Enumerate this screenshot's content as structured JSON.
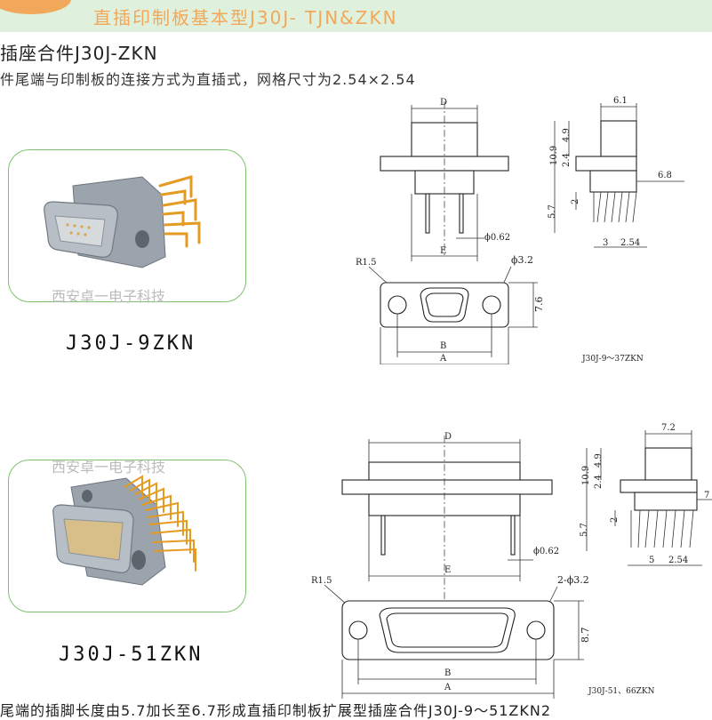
{
  "header": {
    "title": "直插印制板基本型J30J- TJN&ZKN",
    "subtitle": "插座合件J30J-ZKN",
    "description": "件尾端与印制板的连接方式为直插式，网格尺寸为2.54×2.54"
  },
  "products": [
    {
      "model": "J30J-9ZKN",
      "watermark": "西安卓一电子科技",
      "drawing_label": "J30J-9～37ZKN",
      "dims": {
        "d": "D",
        "e": "E",
        "a": "A",
        "b": "B",
        "pin": "ϕ0.62",
        "hole": "ϕ3.2",
        "radius": "R1.5",
        "height": "7.6",
        "w_top": "6.1",
        "w_side": "6.8",
        "h_total": "10.9",
        "h_49": "4.9",
        "h_24": "2.4",
        "h_2": "2",
        "h_57": "5.7",
        "pitch_a": "3",
        "pitch_b": "2.54"
      }
    },
    {
      "model": "J30J-51ZKN",
      "watermark": "西安卓一电子科技",
      "drawing_label": "J30J-51、66ZKN",
      "dims": {
        "d": "D",
        "e": "E",
        "a": "A",
        "b": "B",
        "pin": "ϕ0.62",
        "hole": "2-ϕ3.2",
        "radius": "R1.5",
        "height": "8.7",
        "w_top": "7.2",
        "w_side": "7",
        "h_total": "10.9",
        "h_49": "4.9",
        "h_24": "2.4",
        "h_2": "2",
        "h_57": "5.7",
        "pitch_a": "5",
        "pitch_b": "2.54"
      }
    }
  ],
  "footer": {
    "text": "尾端的插脚长度由5.7加长至6.7形成直插印制板扩展型插座合件J30J-9～51ZKN2"
  },
  "colors": {
    "banner_bg": "#dff0dd",
    "accent": "#f2a85a",
    "frame": "#7cc26e"
  }
}
